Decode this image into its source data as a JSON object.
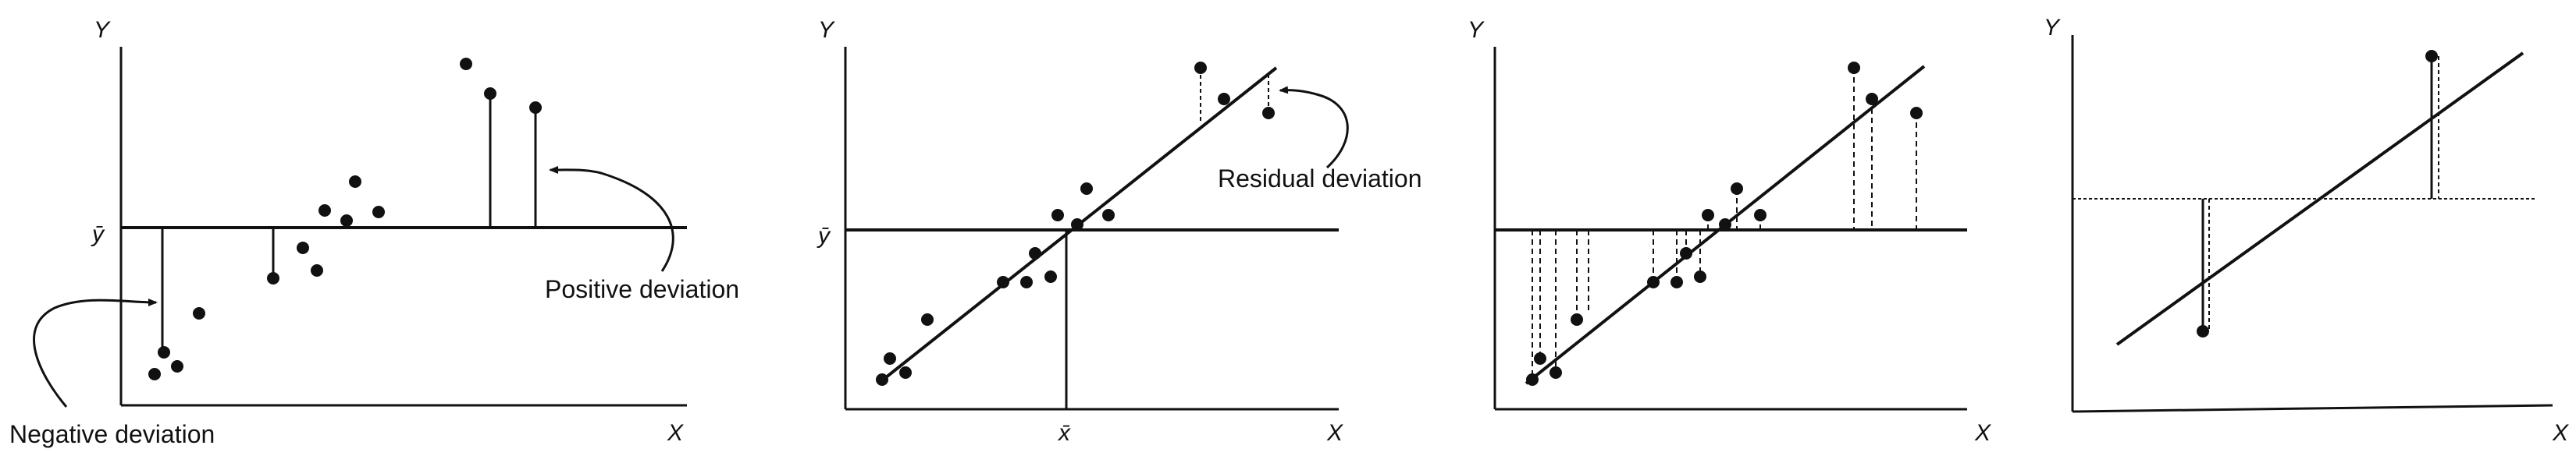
{
  "figure": {
    "panels": [
      {
        "id": "panel-1",
        "axis_labels": {
          "y": "Y",
          "x": "X",
          "ybar": "ȳ"
        },
        "annotations": {
          "negative": "Negative deviation",
          "positive": "Positive deviation"
        }
      },
      {
        "id": "panel-2",
        "axis_labels": {
          "y": "Y",
          "x": "X",
          "ybar": "ȳ",
          "xbar": "x̄"
        },
        "annotations": {
          "residual": "Residual deviation"
        }
      },
      {
        "id": "panel-3",
        "axis_labels": {
          "y": "Y",
          "x": "X"
        }
      },
      {
        "id": "panel-4",
        "axis_labels": {
          "y": "Y",
          "x": "X"
        }
      }
    ]
  }
}
